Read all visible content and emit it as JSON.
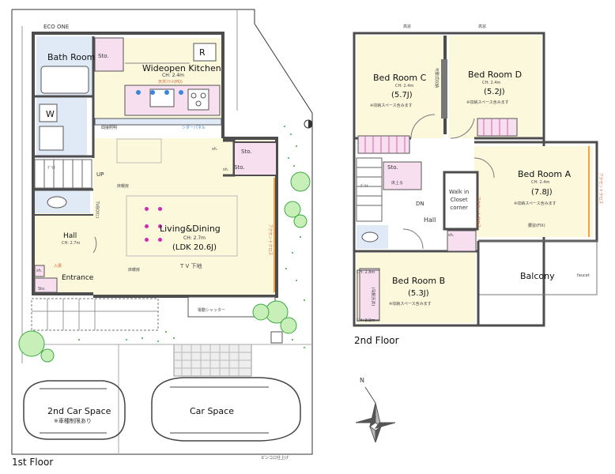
{
  "floor1": {
    "title": "1st Floor",
    "eco_one": "ECO ONE",
    "bath_room": "Bath Room",
    "sto_bath": "Sto.",
    "kitchen": {
      "label": "Wideopen Kitchen",
      "ch": "CH: 2.4m",
      "note": "天井ﾌﾗｯﾄ(PD)",
      "r_mark": "R"
    },
    "w_mark": "W",
    "shiding": "シダーパネル",
    "kanjuuma": "間接照明",
    "sh_top": "sh.",
    "sto_top": "Sto.",
    "sto_mid": "Sto.",
    "sh_mid": "sh.",
    "up": "UP",
    "tv_box": "TVBOXｴｽ",
    "hall": {
      "label": "Hall",
      "ch": "CH: 2.7m"
    },
    "entrance": "Entrance",
    "nyuukyo": "入梁",
    "sto_entrance": "Sto.",
    "sh_entrance": "sh.",
    "living": {
      "label": "Living&Dining",
      "ch": "CH: 2.7m",
      "area": "(LDK 20.6J)"
    },
    "tv_wall": "T V 下地",
    "floor_heating_1": "床暖房",
    "floor_heating_2": "床暖房",
    "accent_cloth": "アクセントクロス",
    "shutter": "電動シャッター",
    "car_space_2": {
      "label": "2nd Car Space",
      "note": "※車種制限あり"
    },
    "car_space": "Car Space",
    "pinkoro": "ピンコロ仕上げ",
    "stair_label": "ﾃﾞﾘｲ"
  },
  "floor2": {
    "title": "2nd Floor",
    "window_top1": "高窓",
    "window_top2": "高窓",
    "bed_c": {
      "label": "Bed Room C",
      "ch": "CH: 2.4m",
      "area": "(5.7J)",
      "note": "※収納スペース含みます"
    },
    "bed_d": {
      "label": "Bed Room D",
      "ch": "CH: 2.4m",
      "area": "(5.2J)",
      "note": "※収納スペース含みます"
    },
    "bed_a": {
      "label": "Bed Room A",
      "ch": "CH: 2.4m",
      "area": "(7.8J)",
      "note": "※収納スペース含みます"
    },
    "bed_b": {
      "label": "Bed Room B",
      "area": "(5.3J)",
      "note": "※収納スペース含みます",
      "ch1": "CH: 2.8m",
      "ch2": "CH: 2.2m",
      "loft": "(勾配天井)"
    },
    "walk_in": {
      "line1": "Walk in",
      "line2": "Closet",
      "line3": "corner"
    },
    "hall": "Hall",
    "dn": "DN",
    "sto": "Sto.",
    "sh": "sh.",
    "yukaue": "床上る",
    "balcony": "Balcony",
    "faucet": "faucet",
    "shuunou_wall": "可動式収納",
    "accent_a": "アクセントクロス",
    "accent_a2": "アクセントクロス",
    "bedroom_window": "腰窓(FIX)",
    "stair_label": "ﾃﾞﾘｲ"
  },
  "compass": {
    "label": "N"
  }
}
